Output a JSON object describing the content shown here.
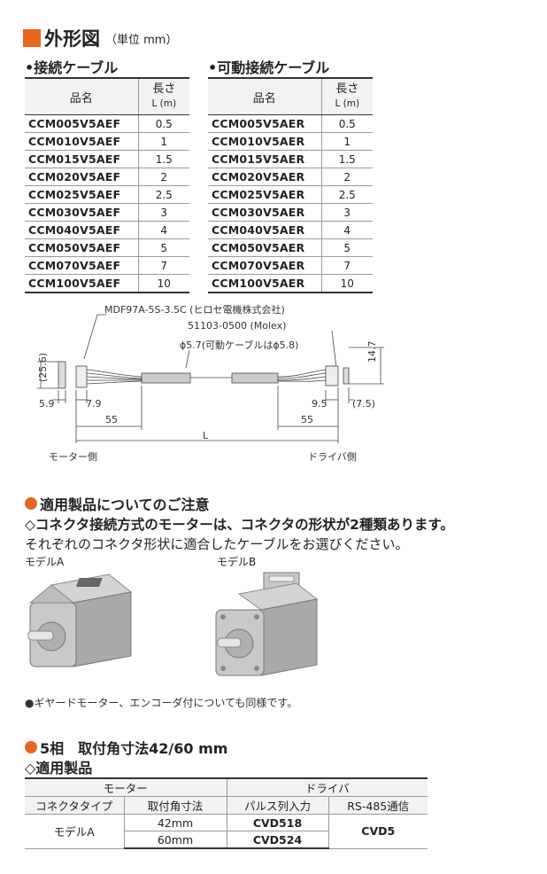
{
  "heading": {
    "title": "外形図",
    "unit": "（単位 mm）"
  },
  "cable_table_1": {
    "title": "•接続ケーブル",
    "col_name": "品名",
    "col_len_1": "長さ",
    "col_len_2": "L (m)",
    "rows": [
      {
        "name": "CCM005V5AEF",
        "len": "0.5"
      },
      {
        "name": "CCM010V5AEF",
        "len": "1"
      },
      {
        "name": "CCM015V5AEF",
        "len": "1.5"
      },
      {
        "name": "CCM020V5AEF",
        "len": "2"
      },
      {
        "name": "CCM025V5AEF",
        "len": "2.5"
      },
      {
        "name": "CCM030V5AEF",
        "len": "3"
      },
      {
        "name": "CCM040V5AEF",
        "len": "4"
      },
      {
        "name": "CCM050V5AEF",
        "len": "5"
      },
      {
        "name": "CCM070V5AEF",
        "len": "7"
      },
      {
        "name": "CCM100V5AEF",
        "len": "10"
      }
    ]
  },
  "cable_table_2": {
    "title": "•可動接続ケーブル",
    "col_name": "品名",
    "col_len_1": "長さ",
    "col_len_2": "L (m)",
    "rows": [
      {
        "name": "CCM005V5AER",
        "len": "0.5"
      },
      {
        "name": "CCM010V5AER",
        "len": "1"
      },
      {
        "name": "CCM015V5AER",
        "len": "1.5"
      },
      {
        "name": "CCM020V5AER",
        "len": "2"
      },
      {
        "name": "CCM025V5AER",
        "len": "2.5"
      },
      {
        "name": "CCM030V5AER",
        "len": "3"
      },
      {
        "name": "CCM040V5AER",
        "len": "4"
      },
      {
        "name": "CCM050V5AER",
        "len": "5"
      },
      {
        "name": "CCM070V5AER",
        "len": "7"
      },
      {
        "name": "CCM100V5AER",
        "len": "10"
      }
    ]
  },
  "drawing": {
    "connector_motor": "MDF97A-5S-3.5C (ヒロセ電機株式会社)",
    "connector_driver": "51103-0500 (Molex)",
    "cable_dia": "ϕ5.7(可動ケーブルはϕ5.8)",
    "dim_25_6": "(25.6)",
    "dim_14_7": "14.7",
    "dim_5_9": "5.9",
    "dim_7_9": "7.9",
    "dim_55_left": "55",
    "dim_55_right": "55",
    "dim_9_5": "9.5",
    "dim_7_5": "(7.5)",
    "dim_L": "L",
    "label_motor_side": "モーター側",
    "label_driver_side": "ドライバ側"
  },
  "notice": {
    "title": "適用製品についてのご注意",
    "line1": "◇コネクタ接続方式のモーターは、コネクタの形状が2種類あります。",
    "line2": "それぞれのコネクタ形状に適合したケーブルをお選びください。",
    "model_a": "モデルA",
    "model_b": "モデルB",
    "footnote": "●ギヤードモーター、エンコーダ付についても同様です。"
  },
  "section5": {
    "title": "5相　取付角寸法42/60 mm",
    "subtitle": "◇適用製品",
    "hdr_motor": "モーター",
    "hdr_driver": "ドライバ",
    "hdr_conn_type": "コネクタタイプ",
    "hdr_mount": "取付角寸法",
    "hdr_pulse": "パルス列入力",
    "hdr_rs485": "RS-485通信",
    "model": "モデルA",
    "mount_1": "42mm",
    "mount_2": "60mm",
    "pulse_1": "CVD518",
    "pulse_2": "CVD524",
    "rs485": "CVD5"
  },
  "colors": {
    "accent": "#e8661e"
  }
}
